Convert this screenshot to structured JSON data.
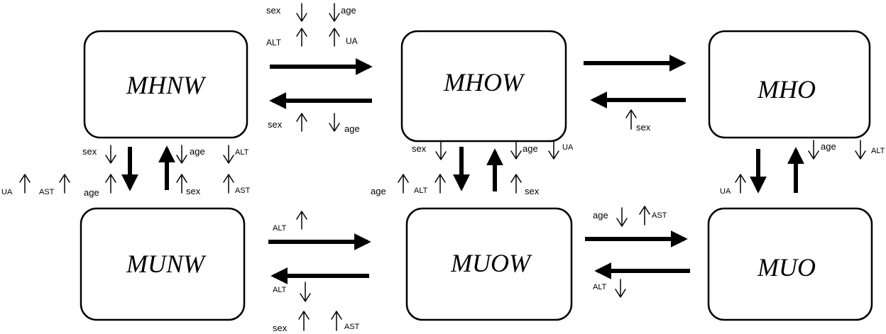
{
  "boxes": {
    "mhnw": "MHNW",
    "mhow": "MHOW",
    "mho": "MHO",
    "munw": "MUNW",
    "muow": "MUOW",
    "muo": "MUO"
  },
  "labels": {
    "sex": "sex",
    "age": "age",
    "alt": "ALT",
    "ast": "AST",
    "ua": "UA"
  },
  "indicators": {
    "mhnw_mhow": [
      {
        "label": "sex",
        "dir": "down"
      },
      {
        "label": "age",
        "dir": "down"
      },
      {
        "label": "ALT",
        "dir": "up"
      },
      {
        "label": "UA",
        "dir": "up"
      }
    ],
    "mhow_mhnw": [
      {
        "label": "sex",
        "dir": "up"
      },
      {
        "label": "age",
        "dir": "down"
      }
    ],
    "mho_mhow": [
      {
        "label": "sex",
        "dir": "up"
      }
    ],
    "mhnw_munw": [
      {
        "label": "sex",
        "dir": "down"
      },
      {
        "label": "age",
        "dir": "up"
      },
      {
        "label": "UA",
        "dir": "up"
      },
      {
        "label": "AST",
        "dir": "up"
      }
    ],
    "munw_mhnw": [
      {
        "label": "age",
        "dir": "down"
      },
      {
        "label": "ALT",
        "dir": "down"
      },
      {
        "label": "sex",
        "dir": "up"
      },
      {
        "label": "AST",
        "dir": "up"
      }
    ],
    "mhow_muow": [
      {
        "label": "sex",
        "dir": "down"
      },
      {
        "label": "age",
        "dir": "up"
      },
      {
        "label": "ALT",
        "dir": "up"
      }
    ],
    "muow_mhow": [
      {
        "label": "age",
        "dir": "down"
      },
      {
        "label": "UA",
        "dir": "down"
      },
      {
        "label": "sex",
        "dir": "up"
      }
    ],
    "mho_muo": [
      {
        "label": "UA",
        "dir": "up"
      }
    ],
    "muo_mho": [
      {
        "label": "age",
        "dir": "down"
      },
      {
        "label": "ALT",
        "dir": "down"
      }
    ],
    "munw_muow": [
      {
        "label": "ALT",
        "dir": "up"
      }
    ],
    "muow_munw": [
      {
        "label": "ALT",
        "dir": "down"
      },
      {
        "label": "sex",
        "dir": "up"
      },
      {
        "label": "AST",
        "dir": "up"
      }
    ],
    "muow_muo": [
      {
        "label": "age",
        "dir": "down"
      },
      {
        "label": "AST",
        "dir": "up"
      }
    ],
    "muo_muow": [
      {
        "label": "ALT",
        "dir": "down"
      }
    ]
  }
}
